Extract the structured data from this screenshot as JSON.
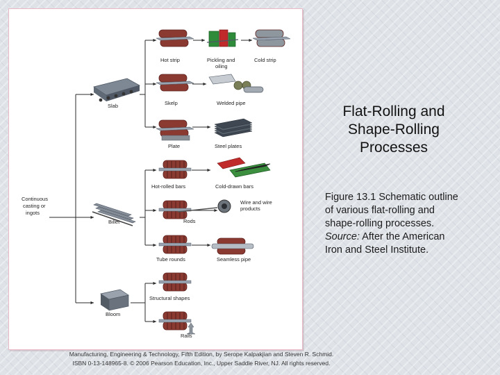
{
  "slide": {
    "title_lines": [
      "Flat-Rolling and",
      "Shape-Rolling",
      "Processes"
    ],
    "caption": {
      "lead": "Figure 13.1 Schematic outline of various flat-rolling and shape-rolling processes.",
      "source_label": "Source:",
      "source_text": "After the American Iron and Steel Institute."
    },
    "footer_lines": [
      "Manufacturing, Engineering & Technology, Fifth Edition, by Serope Kalpakjian and Steven R. Schmid.",
      "ISBN 0-13-148965-8. © 2006 Pearson Education, Inc., Upper Saddle River, NJ.  All rights reserved."
    ]
  },
  "diagram": {
    "source": "Continuous casting or ingots",
    "intermediates": [
      "Slab",
      "Billet",
      "Bloom"
    ],
    "products": {
      "hot_strip": "Hot strip",
      "pickling_line1": "Pickling and",
      "pickling_line2": "oiling",
      "cold_strip": "Cold strip",
      "skelp": "Skelp",
      "welded_pipe": "Welded pipe",
      "plate": "Plate",
      "steel_plates": "Steel plates",
      "hot_rolled_bars": "Hot-rolled bars",
      "cold_drawn_bars": "Cold-drawn bars",
      "wire_line1": "Wire and wire",
      "wire_line2": "products",
      "rods": "Rods",
      "tube_rounds": "Tube rounds",
      "seamless_pipe": "Seamless pipe",
      "structural_shapes": "Structural shapes",
      "rails": "Rails"
    },
    "colors": {
      "roll": "#8b3a32",
      "roll_dark": "#5e2420",
      "steel": "#9aa4b0",
      "steel_dark": "#4f5864",
      "line": "#2a2a2a",
      "pickling_green": "#2e8b3a",
      "pickling_red": "#c02a2a",
      "cold_roll": "#8e969e",
      "board_green": "#3b8f3f",
      "panel_border": "#e8b8c4"
    }
  }
}
